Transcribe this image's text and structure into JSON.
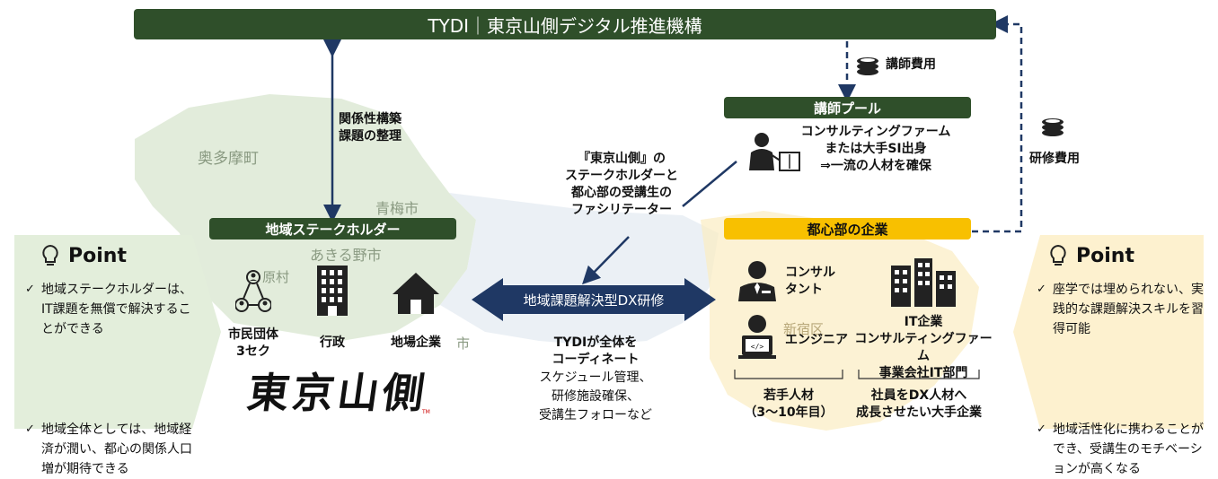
{
  "top_bar": {
    "title": "TYDI｜東京山側デジタル推進機構"
  },
  "left_arrow_label": [
    "関係性構築",
    "課題の整理"
  ],
  "instructor_fee": "講師費用",
  "training_fee": "研修費用",
  "instructor_pool": {
    "title": "講師プール",
    "desc": [
      "コンサルティングファーム",
      "または大手SI出身",
      "⇒一流の人材を確保"
    ]
  },
  "facilitator": [
    "『東京山側』の",
    "ステークホルダーと",
    "都心部の受講生の",
    "ファシリテーター"
  ],
  "stakeholder": {
    "title": "地域ステークホルダー",
    "items": [
      {
        "label": "市民団体\n3セク",
        "icon": "network-people-icon"
      },
      {
        "label": "行政",
        "icon": "building-icon"
      },
      {
        "label": "地場企業",
        "icon": "house-icon"
      }
    ],
    "logo_text": "東京山側",
    "logo_mark": "TM"
  },
  "urban": {
    "title": "都心部の企業",
    "consultant": "コンサル\nタント",
    "engineer": "エンジニア",
    "it_company": "IT企業\nコンサルティングファーム\n事業会社IT部門",
    "young": "若手人材\n（3～10年目）",
    "employees": "社員をDX人材へ\n成長させたい大手企業"
  },
  "center_arrow": "地域課題解決型DX研修",
  "coordinate": {
    "title": [
      "TYDIが全体を",
      "コーディネート"
    ],
    "lines": [
      "スケジュール管理、",
      "研修施設確保、",
      "受講生フォローなど"
    ]
  },
  "point_left": {
    "title": "Point",
    "items": [
      "地域ステークホルダーは、IT課題を無償で解決することができる",
      "地域全体としては、地域経済が潤い、都心の関係人口増が期待できる"
    ]
  },
  "point_right": {
    "title": "Point",
    "items": [
      "座学では埋められない、実践的な課題解決スキルを習得可能",
      "地域活性化に携わることができ、受講生のモチベーションが高くなる"
    ]
  },
  "map_labels": [
    "奥多摩町",
    "青梅市",
    "あきる野市",
    "原村",
    "市",
    "新宿区"
  ],
  "colors": {
    "dark_green": "#2f4f2a",
    "yellow": "#f8c000",
    "navy": "#1f3864",
    "left_panel": "#e3eedb",
    "right_panel": "#fdf1cf"
  }
}
